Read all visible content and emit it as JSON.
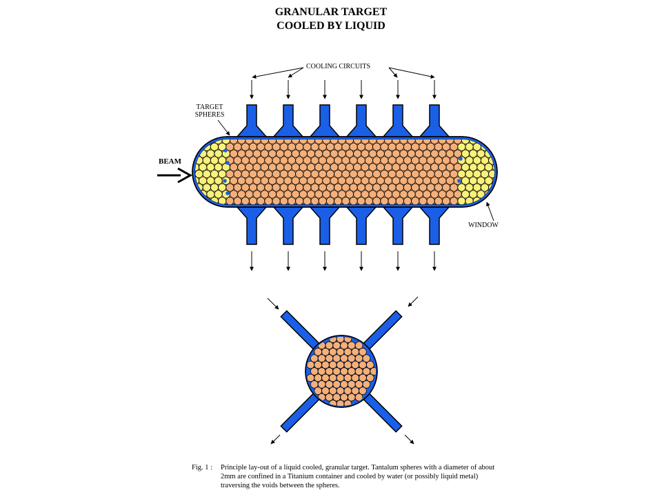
{
  "title": {
    "line1": "GRANULAR TARGET",
    "line2": "COOLED BY LIQUID"
  },
  "labels": {
    "cooling_circuits": "COOLING CIRCUITS",
    "target_spheres_l1": "TARGET",
    "target_spheres_l2": "SPHERES",
    "beam": "BEAM",
    "window": "WINDOW"
  },
  "caption": {
    "fig": "Fig. 1 :",
    "text": "Principle lay-out of a liquid cooled, granular target. Tantalum spheres with a diameter of about 2mm are confined in a Titanium container and cooled by water (or possibly liquid metal) traversing the voids between the spheres."
  },
  "colors": {
    "coolant": "#1b5fe6",
    "sphere": "#f4b07a",
    "window_sphere": "#f7f37a",
    "outline": "#000000"
  }
}
